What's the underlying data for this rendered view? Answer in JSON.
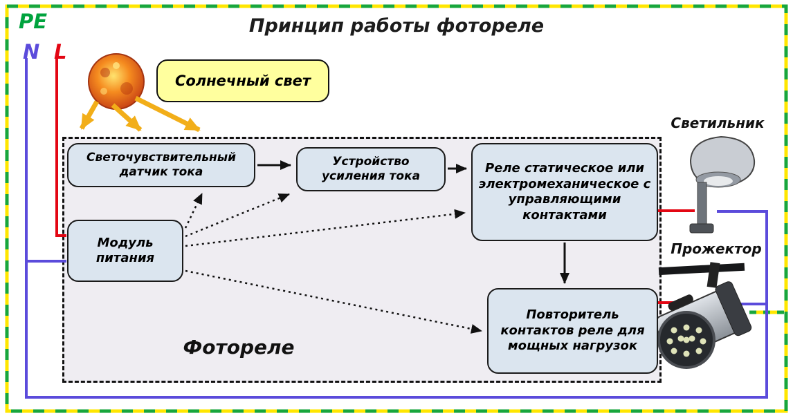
{
  "title": "Принцип работы фотореле",
  "wire_labels": {
    "pe": "PE",
    "n": "N",
    "l": "L"
  },
  "sunlight_label": "Солнечный свет",
  "diagram_label": "Фотореле",
  "blocks": {
    "sensor": "Светочувствительный датчик тока",
    "amplifier": "Устройство усиления тока",
    "relay": "Реле статическое или электромеханическое с управляющими контактами",
    "power": "Модуль питания",
    "repeater": "Повторитель контактов реле для мощных нагрузок"
  },
  "devices": {
    "lamp": "Светильник",
    "floodlight": "Прожектор"
  },
  "colors": {
    "pe_green": "#18a63c",
    "pe_yellow": "#ffe600",
    "neutral_purple": "#5b4bdb",
    "line_red": "#e30613",
    "sun_arrow": "#f2ae19",
    "block_fill": "#dbe5ef",
    "panel_fill": "#efedf2",
    "sun_box_fill": "#ffff9e"
  }
}
